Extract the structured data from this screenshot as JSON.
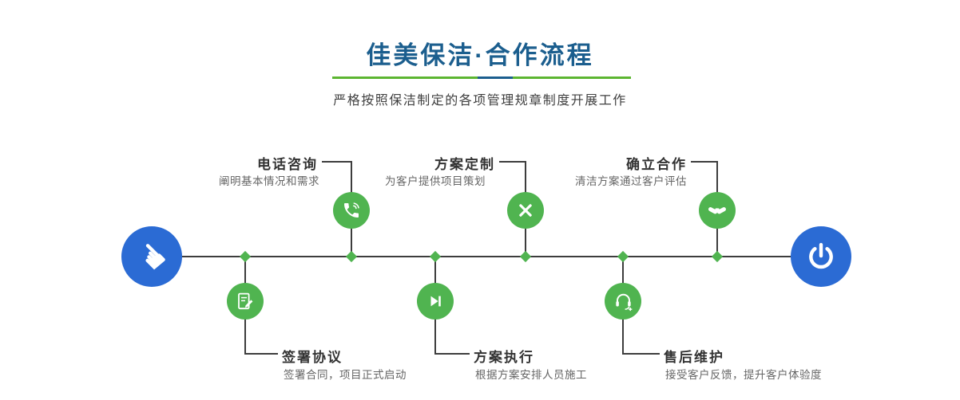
{
  "header": {
    "title": "佳美保洁·合作流程",
    "subtitle": "严格按照保洁制定的各项管理规章制度开展工作"
  },
  "colors": {
    "title_blue": "#1b5e8e",
    "underline_green": "#5cb531",
    "underline_blue": "#1b5e8e",
    "node_green": "#50b450",
    "endpoint_blue": "#2b6bd4",
    "line_dark": "#3d3d3d",
    "step_title_text": "#333333",
    "step_desc_text": "#666666"
  },
  "timeline": {
    "start_icon": "hand-pointer-icon",
    "end_icon": "power-icon",
    "steps_top": [
      {
        "title": "电话咨询",
        "desc": "阐明基本情况和需求",
        "icon": "phone-icon"
      },
      {
        "title": "方案定制",
        "desc": "为客户提供项目策划",
        "icon": "design-tools-icon"
      },
      {
        "title": "确立合作",
        "desc": "清洁方案通过客户评估",
        "icon": "handshake-icon"
      }
    ],
    "steps_bottom": [
      {
        "title": "签署协议",
        "desc": "签署合同，项目正式启动",
        "icon": "sign-document-icon"
      },
      {
        "title": "方案执行",
        "desc": "根据方案安排人员施工",
        "icon": "play-icon"
      },
      {
        "title": "售后维护",
        "desc": "接受客户反馈，提升客户体验度",
        "icon": "headset-plus-icon"
      }
    ]
  }
}
